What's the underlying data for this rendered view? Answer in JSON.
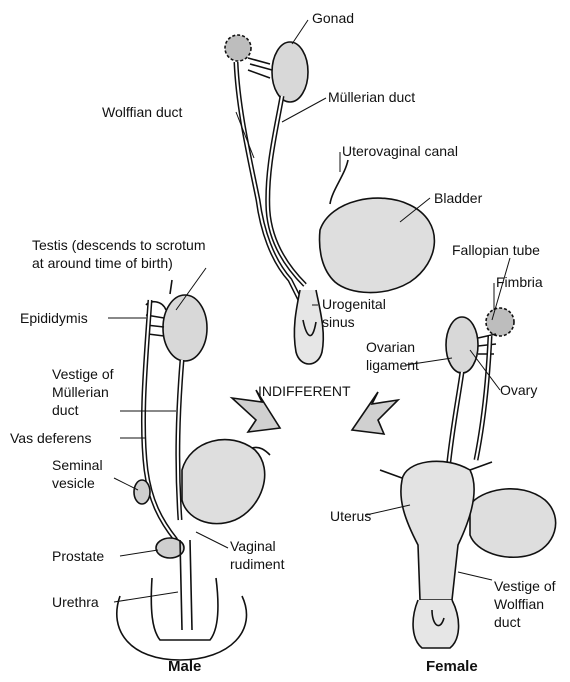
{
  "labels": {
    "gonad": "Gonad",
    "mullerian_duct": "Müllerian duct",
    "wolffian_duct": "Wolffian duct",
    "uterovaginal_canal": "Uterovaginal canal",
    "bladder": "Bladder",
    "testis_line1": "Testis (descends to scrotum",
    "testis_line2": "at around time of birth)",
    "fallopian_tube": "Fallopian tube",
    "fimbria": "Fimbria",
    "epididymis": "Epididymis",
    "urogenital_line1": "Urogenital",
    "urogenital_line2": "sinus",
    "ovarian_line1": "Ovarian",
    "ovarian_line2": "ligament",
    "vestige_mullerian_line1": "Vestige of",
    "vestige_mullerian_line2": "Müllerian",
    "vestige_mullerian_line3": "duct",
    "indifferent": "INDIFFERENT",
    "ovary": "Ovary",
    "vas_deferens": "Vas deferens",
    "seminal_line1": "Seminal",
    "seminal_line2": "vesicle",
    "uterus": "Uterus",
    "prostate": "Prostate",
    "vaginal_line1": "Vaginal",
    "vaginal_line2": "rudiment",
    "vestige_wolffian_line1": "Vestige of",
    "vestige_wolffian_line2": "Wolffian",
    "vestige_wolffian_line3": "duct",
    "urethra": "Urethra",
    "male": "Male",
    "female": "Female"
  }
}
